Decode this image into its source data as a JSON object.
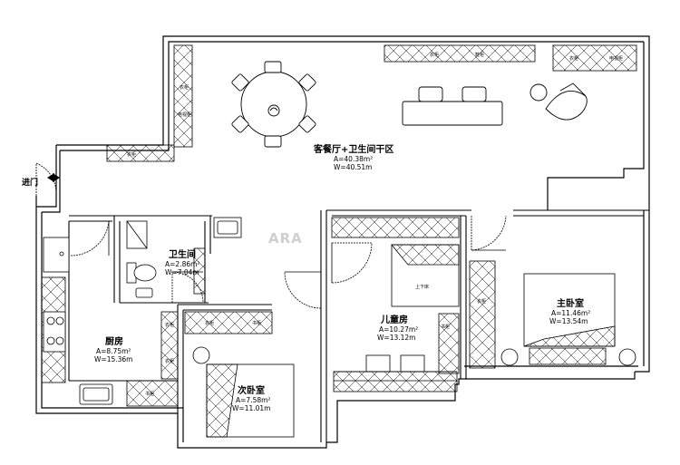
{
  "entry_label": "进门",
  "watermark": "ARA",
  "rooms": {
    "living": {
      "name": "客餐厅+卫生间干区",
      "area": "A=40.38m²",
      "perimeter": "W=40.51m"
    },
    "bathroom": {
      "name": "卫生间",
      "area": "A=2.86m²",
      "perimeter": "W=7.04m"
    },
    "kitchen": {
      "name": "厨房",
      "area": "A=8.75m²",
      "perimeter": "W=15.36m"
    },
    "second_bedroom": {
      "name": "次卧室",
      "area": "A=7.58m²",
      "perimeter": "W=11.01m"
    },
    "kids_room": {
      "name": "儿童房",
      "area": "A=10.27m²",
      "perimeter": "W=13.12m"
    },
    "master_bedroom": {
      "name": "主卧室",
      "area": "A=11.46m²",
      "perimeter": "W=13.54m"
    }
  },
  "furniture_labels": {
    "cabinet": "衣柜",
    "bookcase": "书柜",
    "shoe_cabinet": "鞋柜",
    "tv_cabinet": "电视柜",
    "bunk_bed": "上下床"
  }
}
